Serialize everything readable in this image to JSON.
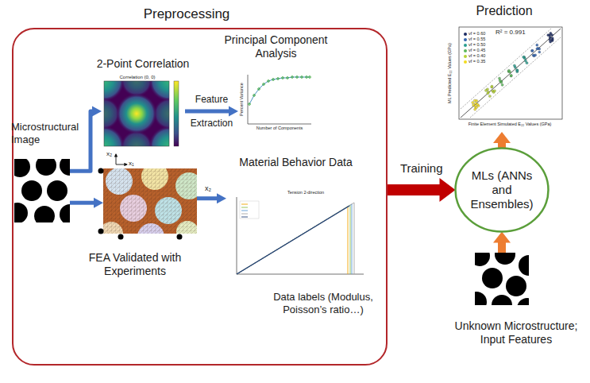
{
  "diagram": {
    "nodes": [
      {
        "text": [
          "Preprocessing"
        ]
      },
      {
        "text": [
          "Microstructural Image"
        ],
        "in": 0
      },
      {
        "text": [
          "2-Point Correlation"
        ],
        "in": 0
      },
      {
        "text": [
          "Principal Component Analysis"
        ],
        "in": 0
      },
      {
        "text": [
          "FEA Validated with Experiments"
        ],
        "in": 0
      },
      {
        "text": [
          "Material Behavior Data",
          "Data labels (Modulus, Poisson’s ratio…)"
        ],
        "in": 0
      },
      {
        "text": [
          "MLs (ANNs and Ensembles)"
        ]
      },
      {
        "text": [
          "Prediction"
        ]
      },
      {
        "text": [
          "Unknown Microstructure; Input Features"
        ]
      }
    ],
    "edges": [
      {
        "from": 1,
        "to": 2,
        "arrow": "to"
      },
      {
        "from": 1,
        "to": 4,
        "arrow": "to"
      },
      {
        "from": 2,
        "to": 3,
        "arrow": "to",
        "label": "Feature Extraction"
      },
      {
        "from": 4,
        "to": 5,
        "arrow": "to"
      },
      {
        "from": 0,
        "to": 6,
        "arrow": "to",
        "label": "Training"
      },
      {
        "from": 6,
        "to": 7,
        "arrow": "to"
      },
      {
        "from": 8,
        "to": 6,
        "arrow": "to"
      }
    ],
    "labels": [
      "Correlation (0, 0)",
      "Percent Variance",
      "Number of Components",
      "Tension 2-direction",
      "x₂",
      "x₁",
      "x₂",
      "R² = 0.991",
      "ML Predicted E₂₂ Values (GPa)",
      "Finite Element Simulated E₂₂ Values (GPa)"
    ],
    "legend": [
      {
        "text": "vf = 0.60",
        "color": "#1b2a63"
      },
      {
        "text": "vf = 0.55",
        "color": "#3566b0"
      },
      {
        "text": "vf = 0.50",
        "color": "#2a9d8f"
      },
      {
        "text": "vf = 0.45",
        "color": "#5cb85c"
      },
      {
        "text": "vf = 0.40",
        "color": "#b5d334"
      },
      {
        "text": "vf = 0.35",
        "color": "#f2dc1f"
      }
    ]
  }
}
